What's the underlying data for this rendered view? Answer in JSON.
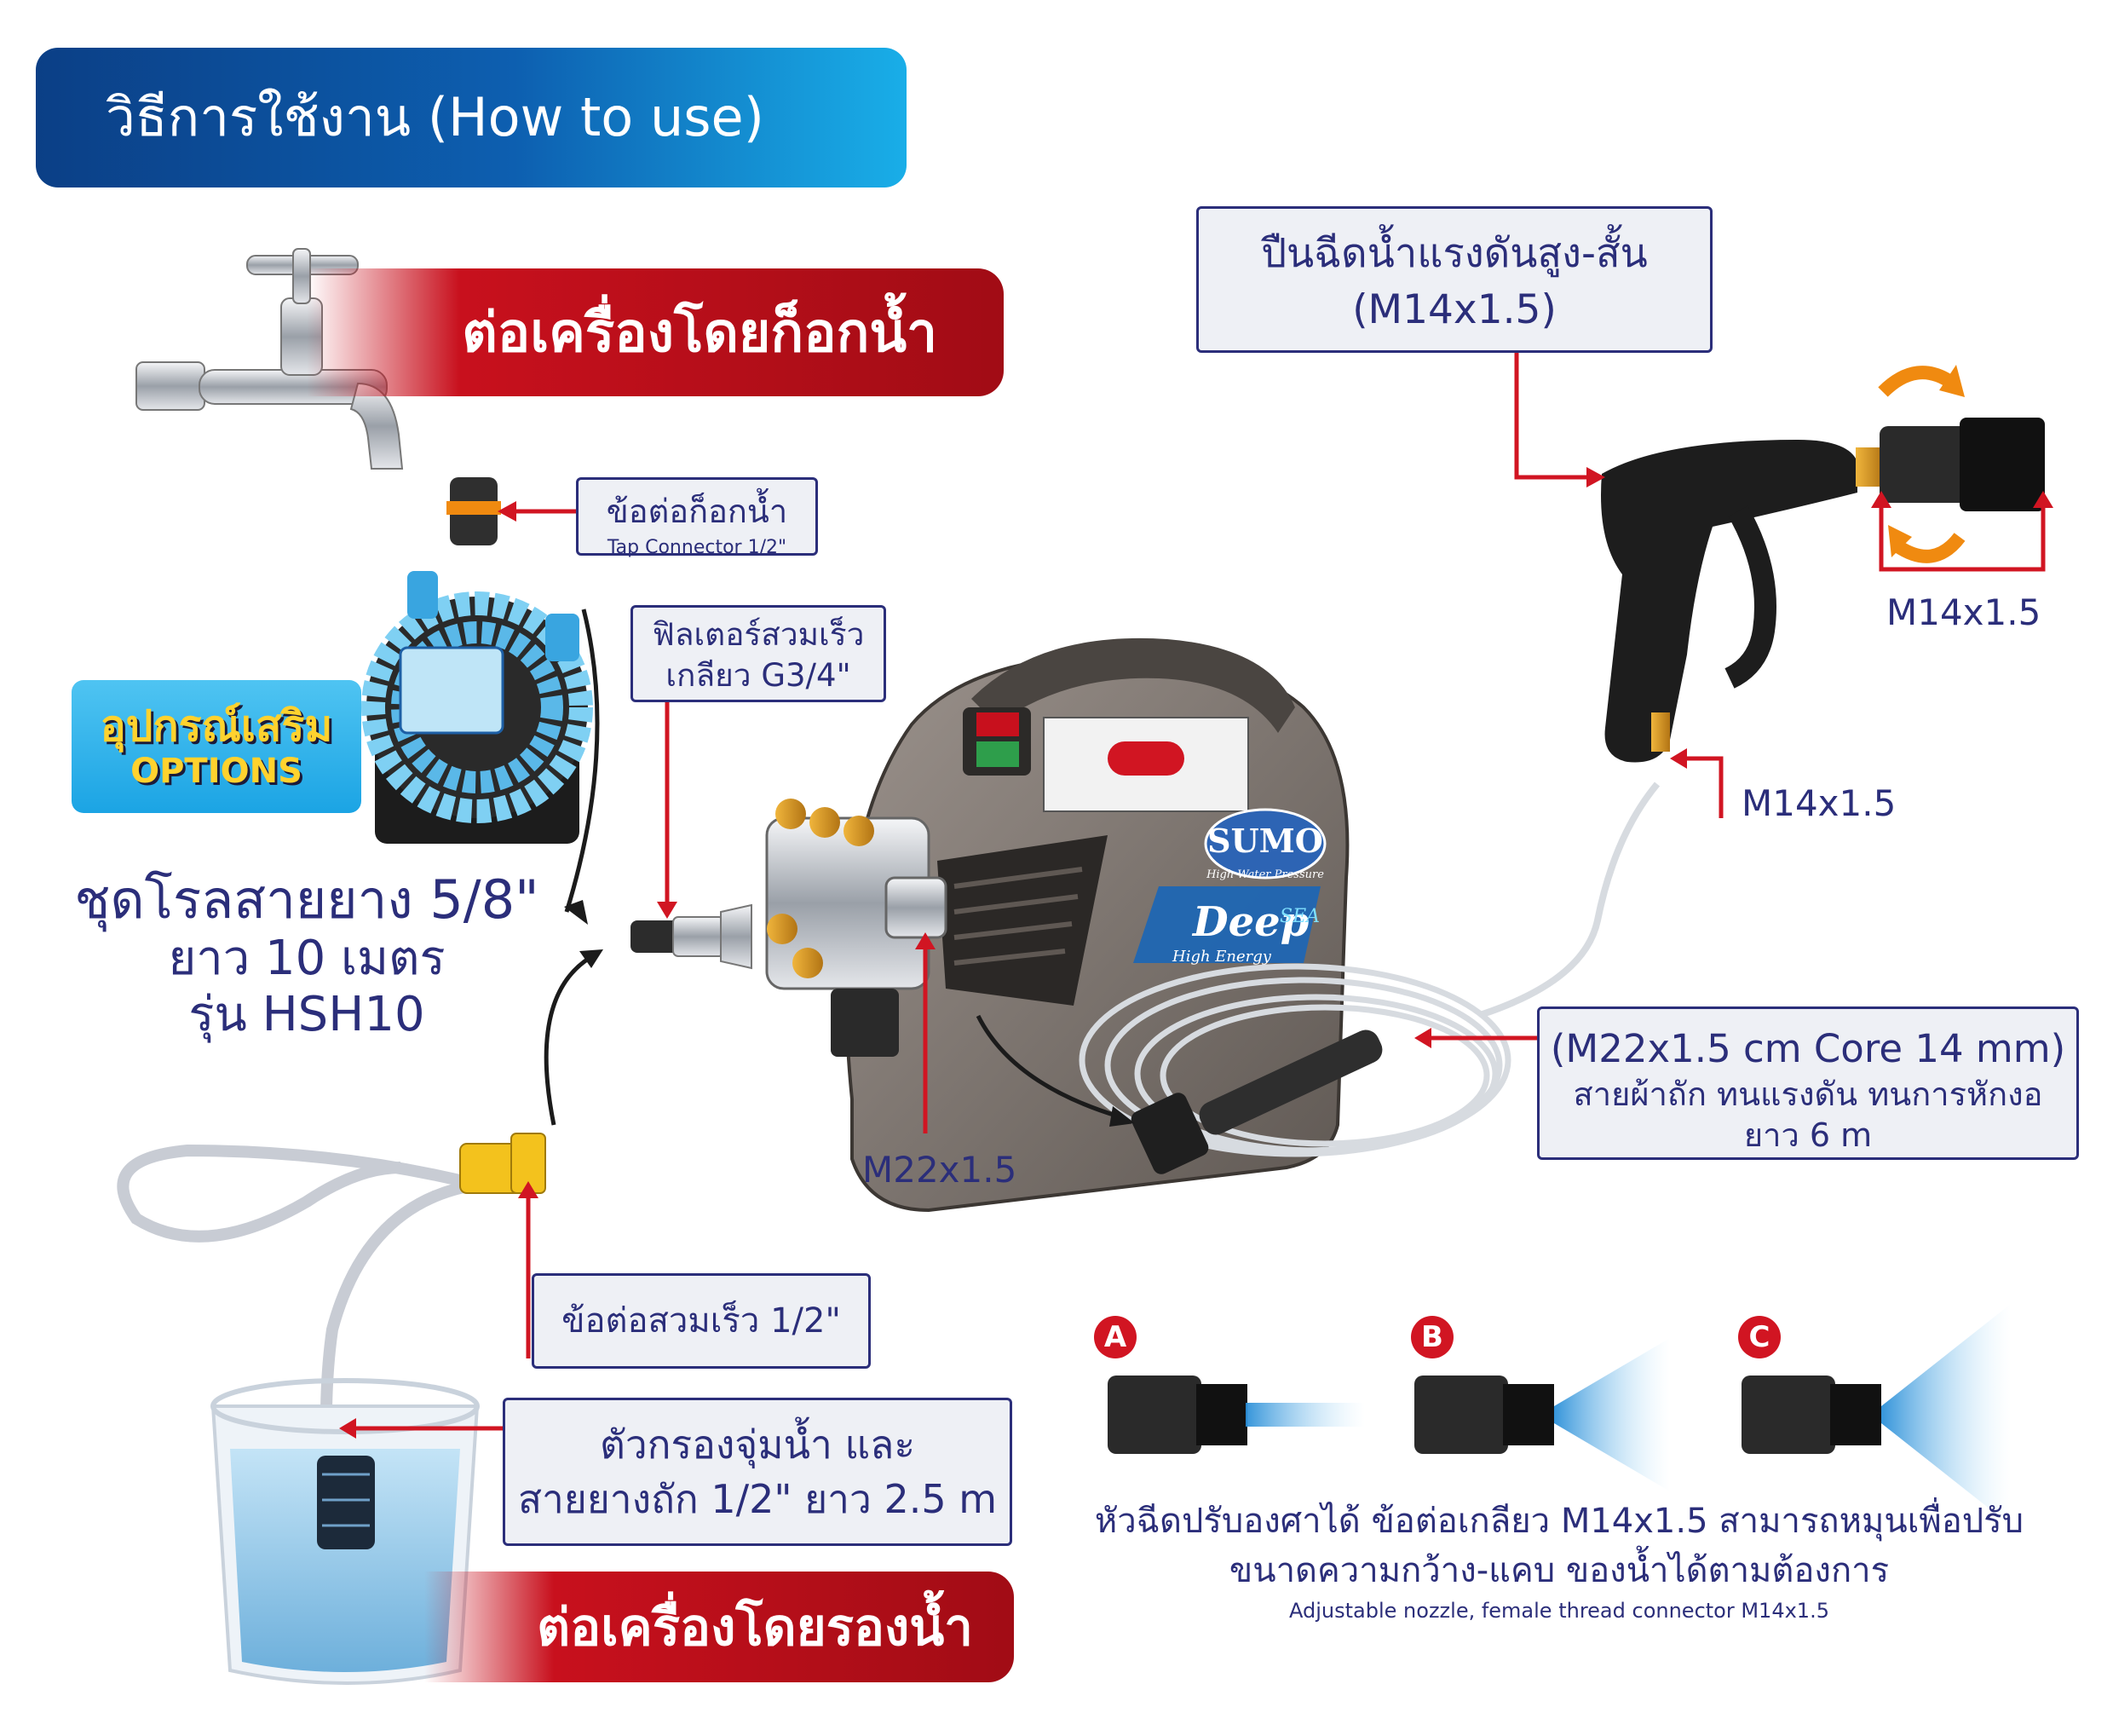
{
  "title": "วิธีการใช้งาน (How to use)",
  "banners": {
    "tap": "ต่อเครื่องโดยก็อกน้ำ",
    "bucket": "ต่อเครื่องโดยรองน้ำ"
  },
  "callouts": {
    "tap_connector_th": "ข้อต่อก็อกน้ำ",
    "tap_connector_en": "Tap Connector 1/2\"",
    "filter_line1": "ฟิลเตอร์สวมเร็ว",
    "filter_line2": "เกลียว G3/4\"",
    "gun_line1": "ปืนฉีดน้ำแรงดันสูง-สั้น",
    "gun_line2": "(M14x1.5)",
    "hose_line1": "(M22x1.5 cm Core 14 mm)",
    "hose_line2": "สายผ้าถัก ทนแรงดัน ทนการหักงอ",
    "hose_line3": "ยาว 6 m",
    "quick_connector": "ข้อต่อสวมเร็ว 1/2\"",
    "strainer_line1": "ตัวกรองจุ่มน้ำ และ",
    "strainer_line2": "สายยางถัก 1/2\" ยาว 2.5 m"
  },
  "labels": {
    "m14_top": "M14x1.5",
    "m14_mid": "M14x1.5",
    "m22": "M22x1.5"
  },
  "options": {
    "badge_th": "อุปกรณ์เสริม",
    "badge_en": "OPTIONS",
    "reel_line1": "ชุดโรลสายยาง 5/8\"",
    "reel_line2": "ยาว 10 เมตร",
    "reel_line3": "รุ่น HSH10"
  },
  "product": {
    "brand": "SUMO",
    "brand_tagline": "High Water Pressure",
    "model": "Deep",
    "model_sub": "SEA",
    "energy": "High Energy"
  },
  "nozzles": {
    "a": "A",
    "b": "B",
    "c": "C",
    "caption_line1": "หัวฉีดปรับองศาได้ ข้อต่อเกลียว M14x1.5 สามารถหมุนเพื่อปรับ",
    "caption_line2": "ขนาดความกว้าง-แคบ ของน้ำได้ตามต้องการ",
    "caption_line3": "Adjustable nozzle, female thread connector M14x1.5"
  },
  "colors": {
    "navy": "#2b2e7a",
    "red": "#c8101d",
    "blue": "#0d5fb0",
    "cyan": "#19aee8",
    "yellow": "#ffd22e"
  }
}
